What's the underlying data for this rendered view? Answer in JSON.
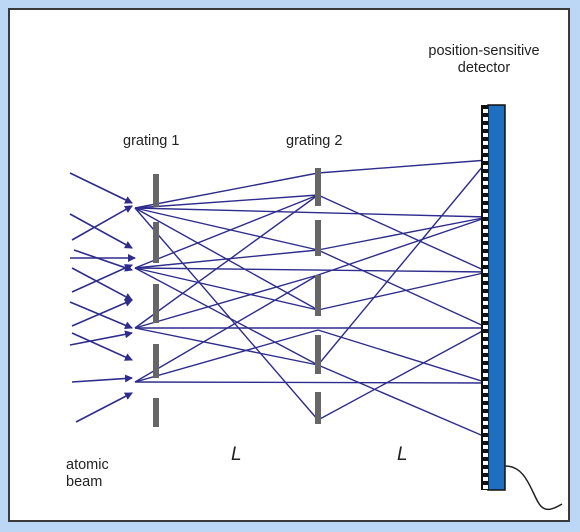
{
  "labels": {
    "detector_line1": "position-sensitive",
    "detector_line2": "detector",
    "grating1": "grating 1",
    "grating2": "grating 2",
    "beam_line1": "atomic",
    "beam_line2": "beam",
    "distance1": "L",
    "distance2": "L"
  },
  "colors": {
    "ray": "#2e2c8c",
    "grating": "#666666",
    "detector": "#1e6fc0",
    "background": "#bcd6f5",
    "frame": "#3a3a3a"
  }
}
